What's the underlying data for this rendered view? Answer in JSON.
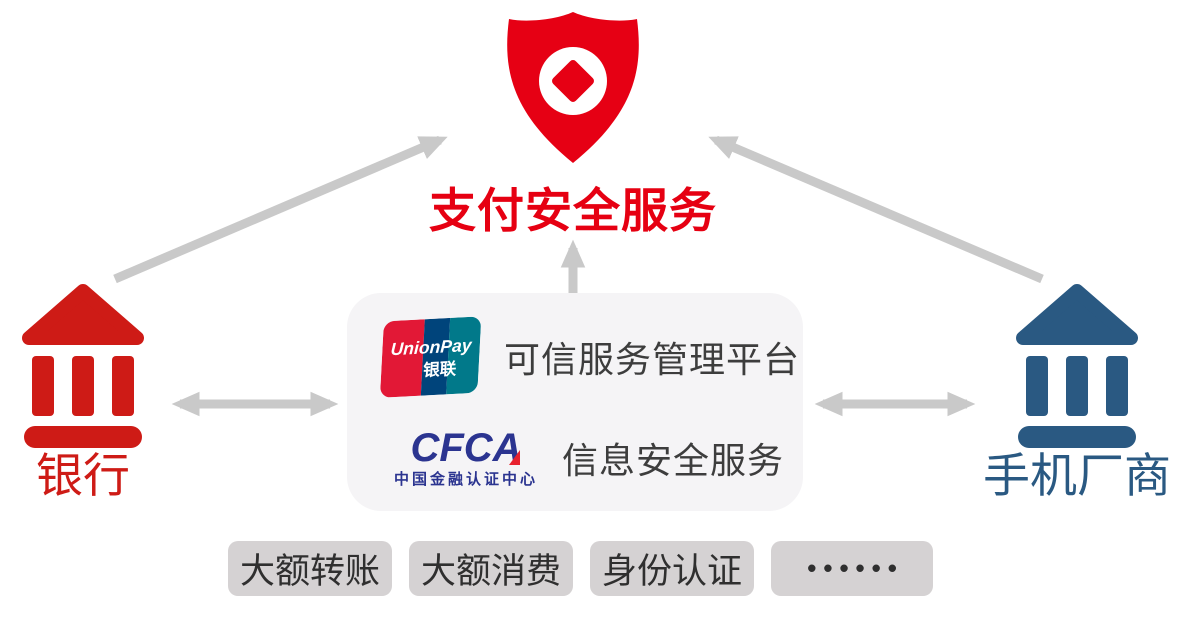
{
  "diagram": {
    "title": "支付安全服务",
    "left_node": {
      "label": "银行"
    },
    "right_node": {
      "label": "手机厂商"
    },
    "platform_box": {
      "unionpay": {
        "brand": "UnionPay",
        "brand_cn": "银联",
        "service": "可信服务管理平台"
      },
      "cfca": {
        "brand": "CFCA",
        "subtitle": "中国金融认证中心",
        "service": "信息安全服务"
      }
    },
    "tags": [
      {
        "label": "大额转账"
      },
      {
        "label": "大额消费"
      },
      {
        "label": "身份认证"
      },
      {
        "label": "••••••"
      }
    ],
    "icons": {
      "top": "shield-with-coin-icon",
      "left": "bank-building-icon",
      "right": "bank-building-icon"
    },
    "colors": {
      "accent_red": "#E60012",
      "bank_red": "#CE1B16",
      "bank_blue": "#2A5982",
      "arrow_gray": "#C9C9C9",
      "box_bg": "#F5F4F6",
      "tag_bg": "#D5D2D3",
      "text_dark": "#3D3D3D",
      "unionpay_red": "#E21836",
      "unionpay_navy": "#00447B",
      "unionpay_teal": "#01798A",
      "cfca_blue": "#2B3490"
    }
  }
}
